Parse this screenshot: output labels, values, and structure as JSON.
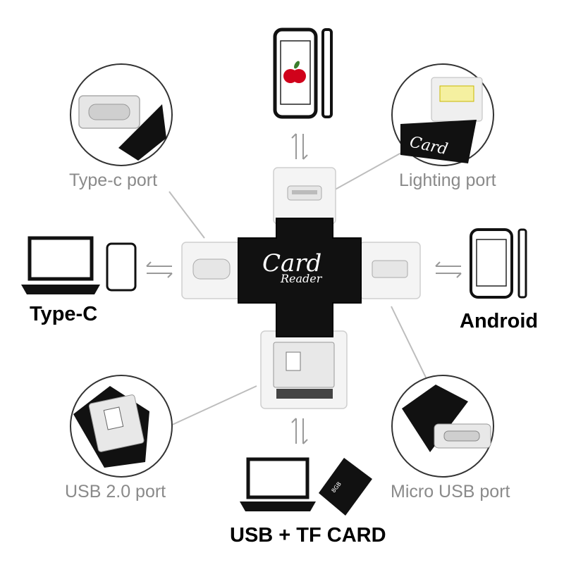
{
  "ports": {
    "type_c": "Type-c port",
    "lightning": "Lighting port",
    "usb": "USB 2.0 port",
    "micro_usb": "Micro USB port"
  },
  "devices": {
    "type_c": "Type-C",
    "android": "Android",
    "usb_tf": "USB + TF CARD"
  },
  "product": {
    "line1": "Card",
    "line2": "Reader"
  },
  "colors": {
    "body": "#111111",
    "port_label": "#8a8a8a",
    "device_label": "#000000",
    "apple_logo": "#d0021b"
  },
  "icons": [
    "iphone-icon",
    "android-phone-icon",
    "laptop-icon",
    "sd-card-icon",
    "card-reader-icon",
    "apple-logo-icon",
    "arrow-icon"
  ]
}
